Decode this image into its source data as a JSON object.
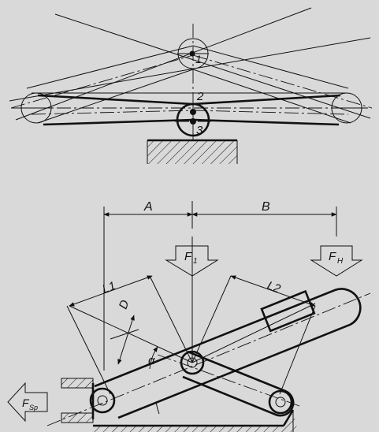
{
  "top_view": {
    "points": [
      "1",
      "2",
      "3"
    ]
  },
  "mechanism": {
    "dimensions": {
      "a": "A",
      "b": "B",
      "l1": "L1",
      "l2": "L2",
      "d": "D",
      "alpha": "α"
    },
    "forces": {
      "f1": {
        "main": "F",
        "sub": "1"
      },
      "fh": {
        "main": "F",
        "sub": "H"
      },
      "fsp": {
        "main": "F",
        "sub": "Sp"
      }
    }
  },
  "colors": {
    "background": "#d9d9d9",
    "ink": "#111111"
  }
}
